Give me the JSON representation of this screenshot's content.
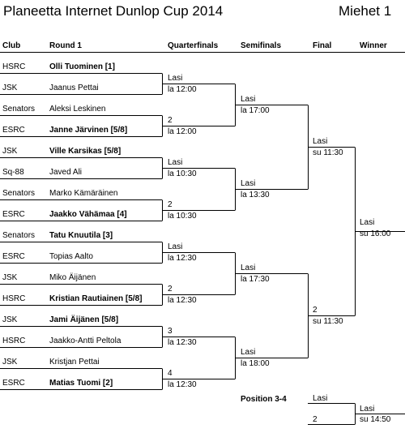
{
  "title": "Planeetta Internet Dunlop Cup 2014",
  "category": "Miehet 1",
  "headers": {
    "club": "Club",
    "round1": "Round 1",
    "quarterfinals": "Quarterfinals",
    "semifinals": "Semifinals",
    "final": "Final",
    "winner": "Winner"
  },
  "round1": [
    {
      "club": "HSRC",
      "player": "Olli Tuominen [1]",
      "bold": true
    },
    {
      "club": "JSK",
      "player": "Jaanus Pettai",
      "bold": false
    },
    {
      "club": "Senators",
      "player": "Aleksi Leskinen",
      "bold": false
    },
    {
      "club": "ESRC",
      "player": "Janne Järvinen [5/8]",
      "bold": true
    },
    {
      "club": "JSK",
      "player": "Ville Karsikas [5/8]",
      "bold": true
    },
    {
      "club": "Sq-88",
      "player": "Javed Ali",
      "bold": false
    },
    {
      "club": "Senators",
      "player": "Marko Kämäräinen",
      "bold": false
    },
    {
      "club": "ESRC",
      "player": "Jaakko Vähämaa [4]",
      "bold": true
    },
    {
      "club": "Senators",
      "player": "Tatu Knuutila [3]",
      "bold": true
    },
    {
      "club": "ESRC",
      "player": "Topias Aalto",
      "bold": false
    },
    {
      "club": "JSK",
      "player": "Miko Äijänen",
      "bold": false
    },
    {
      "club": "HSRC",
      "player": "Kristian Rautiainen [5/8]",
      "bold": true
    },
    {
      "club": "JSK",
      "player": "Jami Äijänen [5/8]",
      "bold": true
    },
    {
      "club": "HSRC",
      "player": "Jaakko-Antti Peltola",
      "bold": false
    },
    {
      "club": "JSK",
      "player": "Kristjan Pettai",
      "bold": false
    },
    {
      "club": "ESRC",
      "player": "Matias Tuomi [2]",
      "bold": true
    }
  ],
  "quarterfinals": [
    {
      "top": "Lasi",
      "bottom": "la 12:00"
    },
    {
      "top": "2",
      "bottom": "la 12:00"
    },
    {
      "top": "Lasi",
      "bottom": "la 10:30"
    },
    {
      "top": "2",
      "bottom": "la 10:30"
    },
    {
      "top": "Lasi",
      "bottom": "la 12:30"
    },
    {
      "top": "2",
      "bottom": "la 12:30"
    },
    {
      "top": "3",
      "bottom": "la 12:30"
    },
    {
      "top": "4",
      "bottom": "la 12:30"
    }
  ],
  "semifinals": [
    {
      "top": "Lasi",
      "bottom": "la 17:00"
    },
    {
      "top": "Lasi",
      "bottom": "la 13:30"
    },
    {
      "top": "Lasi",
      "bottom": "la 17:30"
    },
    {
      "top": "Lasi",
      "bottom": "la 18:00"
    }
  ],
  "final": [
    {
      "top": "Lasi",
      "bottom": "su 11:30"
    },
    {
      "top": "2",
      "bottom": "su 11:30"
    }
  ],
  "winner": {
    "top": "Lasi",
    "bottom": "su 16:00"
  },
  "position34": {
    "label": "Position 3-4",
    "seed_a": "Lasi",
    "seed_b": "2",
    "top": "Lasi",
    "bottom": "su 14:50"
  }
}
